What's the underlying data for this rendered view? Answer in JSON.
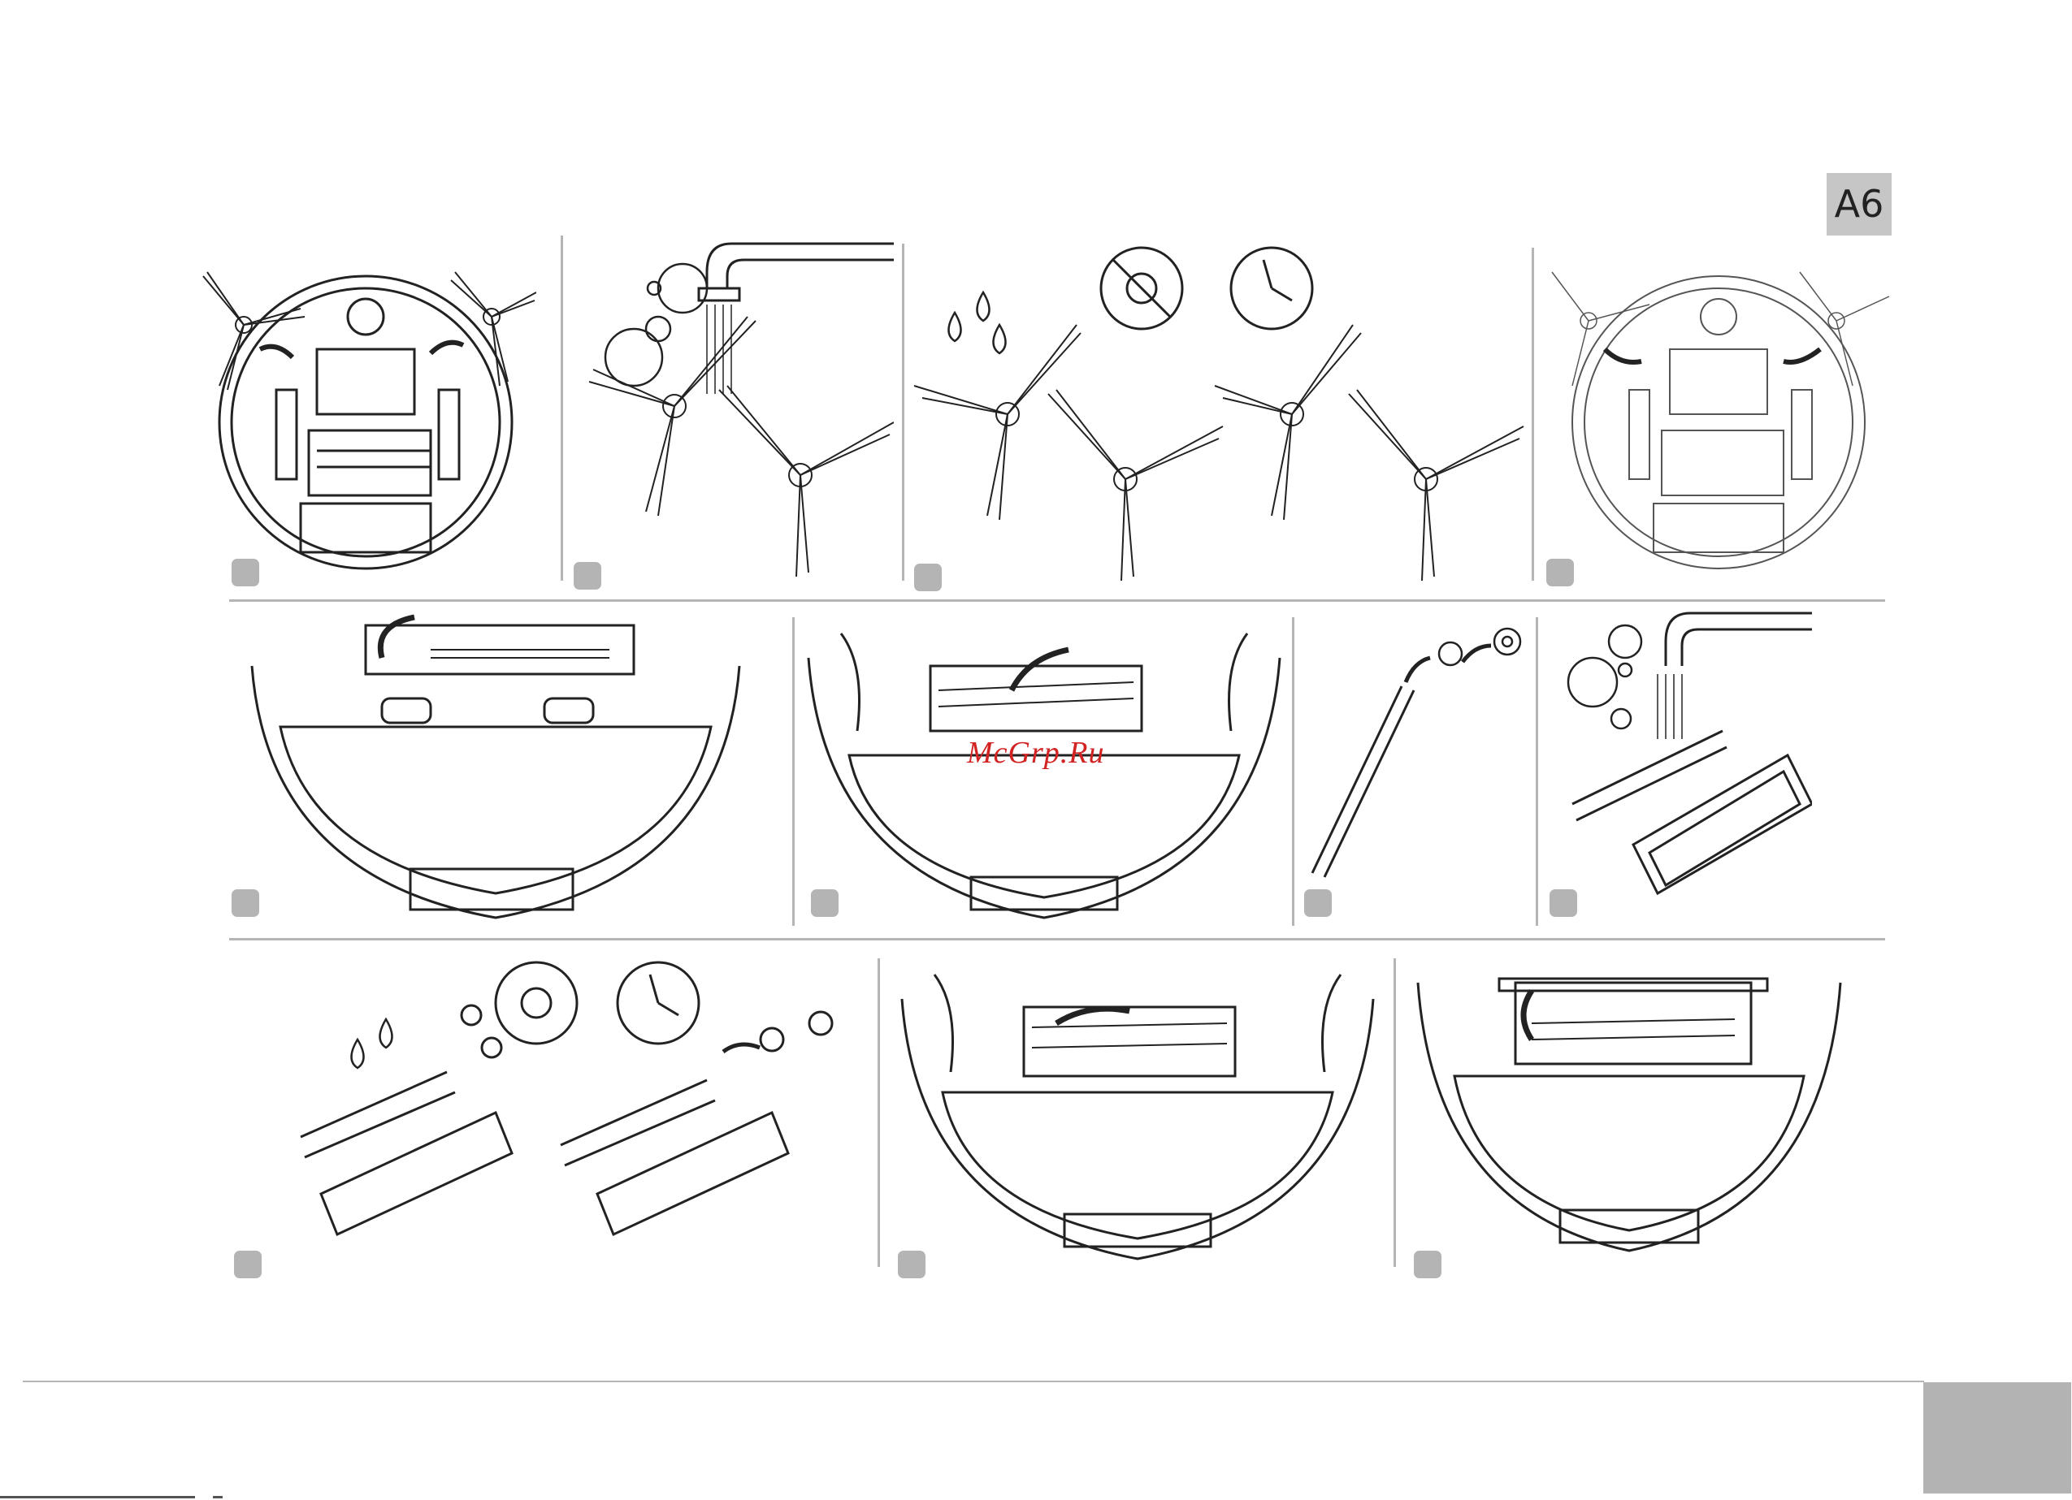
{
  "page_tag": "A6",
  "watermark": "McGrp.Ru",
  "colors": {
    "line": "#222222",
    "divider": "#b5b5b5",
    "marker": "#b4b4b4",
    "tag_bg": "#c6c6c6",
    "watermark": "#d22222"
  },
  "rows": [
    {
      "row": 1,
      "steps": [
        "remove-side-brushes",
        "rinse-side-brushes",
        "dry-side-brushes",
        "refit-side-brushes"
      ]
    },
    {
      "row": 2,
      "steps": [
        "lift-main-brush-cover",
        "remove-main-brush",
        "remove-brush-end-caps",
        "rinse-main-brush"
      ]
    },
    {
      "row": 3,
      "steps": [
        "dry-and-reassemble-main-brush",
        "insert-main-brush",
        "close-main-brush-cover"
      ]
    }
  ],
  "icons": {
    "sun_crossed": "no-direct-sunlight-icon",
    "clock": "wait-time-icon",
    "drops": "water-drops-icon",
    "faucet": "faucet-icon",
    "arrow": "curved-arrow-icon"
  }
}
